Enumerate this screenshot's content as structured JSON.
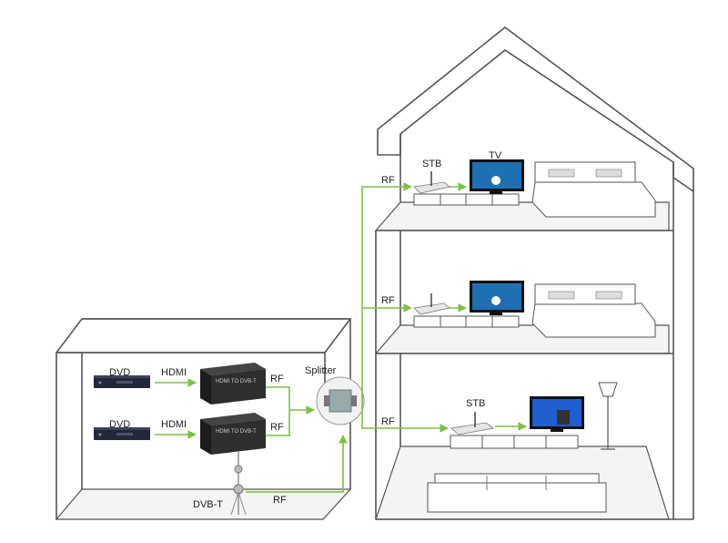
{
  "labels": {
    "dvd_1": "DVD",
    "dvd_2": "DVD",
    "hdmi_1": "HDMI",
    "hdmi_2": "HDMI",
    "rf_mod_1": "RF",
    "rf_mod_2": "RF",
    "splitter": "Splitter",
    "dvb_t": "DVB-T",
    "rf_antenna": "RF",
    "rf_floor_top": "RF",
    "rf_floor_mid": "RF",
    "rf_floor_bottom": "RF",
    "stb_top": "STB",
    "tv_top": "TV",
    "stb_bottom": "STB",
    "modulator_text_1": "HDMI TO DVB-T",
    "modulator_text_2": "HDMI TO DVB-T"
  },
  "colors": {
    "cable": "#7ac143",
    "wall": "#555555",
    "device": "#2b2b2b",
    "screen_stadium": "#1f6fb3",
    "screen_news": "#1f5fd0"
  }
}
